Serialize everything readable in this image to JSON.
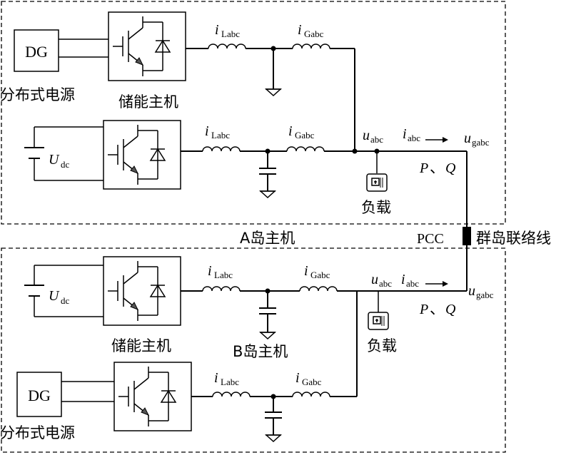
{
  "island_a": {
    "name": "A岛主机",
    "dg_label": "DG",
    "dg_caption": "分布式电源",
    "storage_caption": "储能主机",
    "source_symbol": "U",
    "source_sub": "dc",
    "load_label": "负载",
    "i_l_sym": "i",
    "i_l_sub": "Labc",
    "i_g_sym": "i",
    "i_g_sub": "Gabc",
    "u_sym": "u",
    "u_sub": "abc",
    "i_sym": "i",
    "i_sub": "abc",
    "ug_sym": "u",
    "ug_sub": "gabc",
    "pq_p": "P",
    "pq_sep": "、",
    "pq_q": "Q"
  },
  "island_b": {
    "name": "B岛主机",
    "dg_label": "DG",
    "dg_caption": "分布式电源",
    "storage_caption": "储能主机",
    "source_symbol": "U",
    "source_sub": "dc",
    "load_label": "负载",
    "i_l_sym": "i",
    "i_l_sub": "Labc",
    "i_g_sym": "i",
    "i_g_sub": "Gabc",
    "u_sym": "u",
    "u_sub": "abc",
    "i_sym": "i",
    "i_sub": "abc",
    "ug_sym": "u",
    "ug_sub": "gabc",
    "pq_p": "P",
    "pq_sep": "、",
    "pq_q": "Q"
  },
  "pcc_label": "PCC",
  "tie_line_label": "群岛联络线"
}
